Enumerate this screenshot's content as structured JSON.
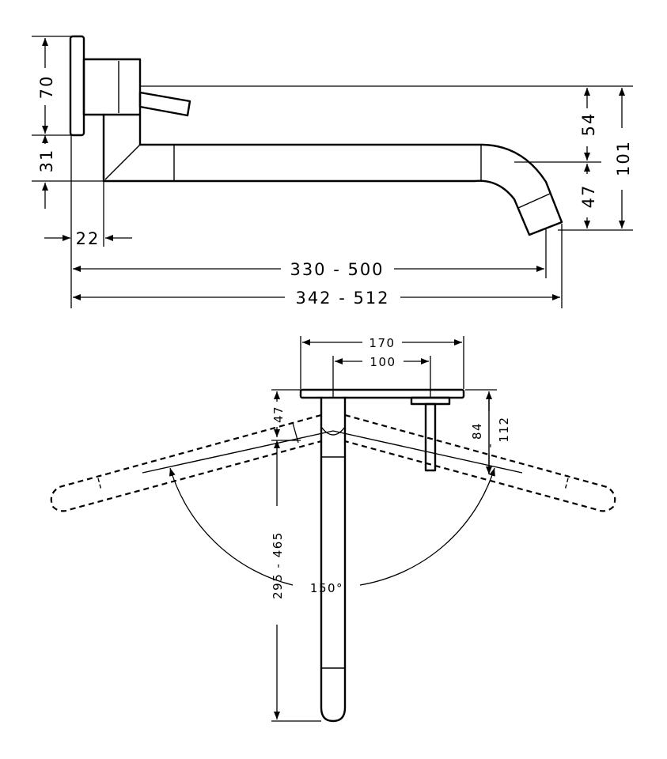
{
  "drawing": {
    "side_view": {
      "dims": {
        "d70": "70",
        "d31": "31",
        "d22": "22",
        "d54": "54",
        "d47": "47",
        "d101": "101",
        "d330": "330 - 500",
        "d342": "342 - 512"
      }
    },
    "top_view": {
      "dims": {
        "d170": "170",
        "d100": "100",
        "d47": "47",
        "d84": "84",
        "d112": "112",
        "d295": "295 - 465",
        "angle": "150°"
      }
    }
  }
}
